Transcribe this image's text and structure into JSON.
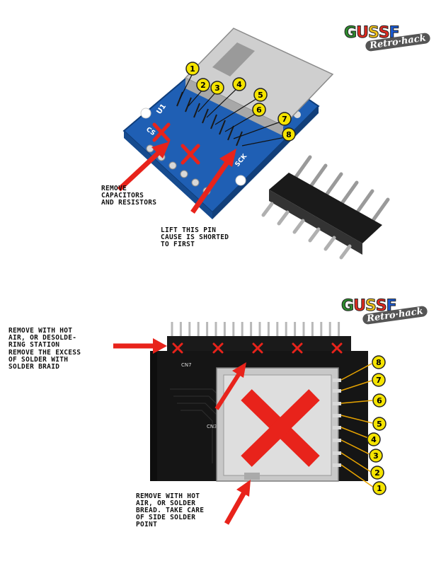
{
  "logo": {
    "word_letters": [
      "G",
      "U",
      "S",
      "S",
      "F"
    ],
    "word_colors": [
      "#2e8b2e",
      "#e02a20",
      "#f2c31a",
      "#e02a20",
      "#1a5bd6"
    ],
    "subtitle": "Retro·hack"
  },
  "top_board": {
    "silkscreen_u1": "U1",
    "silkscreen_cs": "CS",
    "silkscreen_sck": "SCK",
    "pin_numbers": [
      "1",
      "2",
      "3",
      "4",
      "5",
      "6",
      "7",
      "8"
    ]
  },
  "bottom_board": {
    "silkscreen_cn7": "CN7",
    "silkscreen_cn3": "CN3",
    "pin_numbers": [
      "8",
      "7",
      "6",
      "5",
      "4",
      "3",
      "2",
      "1"
    ]
  },
  "notes": {
    "remove_caps": "REMOVE\nCAPACITORS\nAND RESISTORS",
    "lift_pin": "LIFT THIS PIN\nCAUSE IS SHORTED\nTO FIRST",
    "remove_hot_air_header": "REMOVE WITH HOT\nAIR, OR DESOLDE-\nRING STATION",
    "remove_excess": "REMOVE THE EXCESS\nOF SOLDER WITH\nSOLDER BRAID",
    "remove_hot_air_socket": "REMOVE WITH HOT\nAIR, OR SOLDER\nBREAD. TAKE CARE\nOF SIDE SOLDER\nPOINT"
  },
  "colors": {
    "pcb_blue": "#1f5fb4",
    "pcb_black": "#151515",
    "marker_yellow": "#f5e400",
    "arrow_red": "#e8231b",
    "pin_gray": "#b8b8b8"
  }
}
